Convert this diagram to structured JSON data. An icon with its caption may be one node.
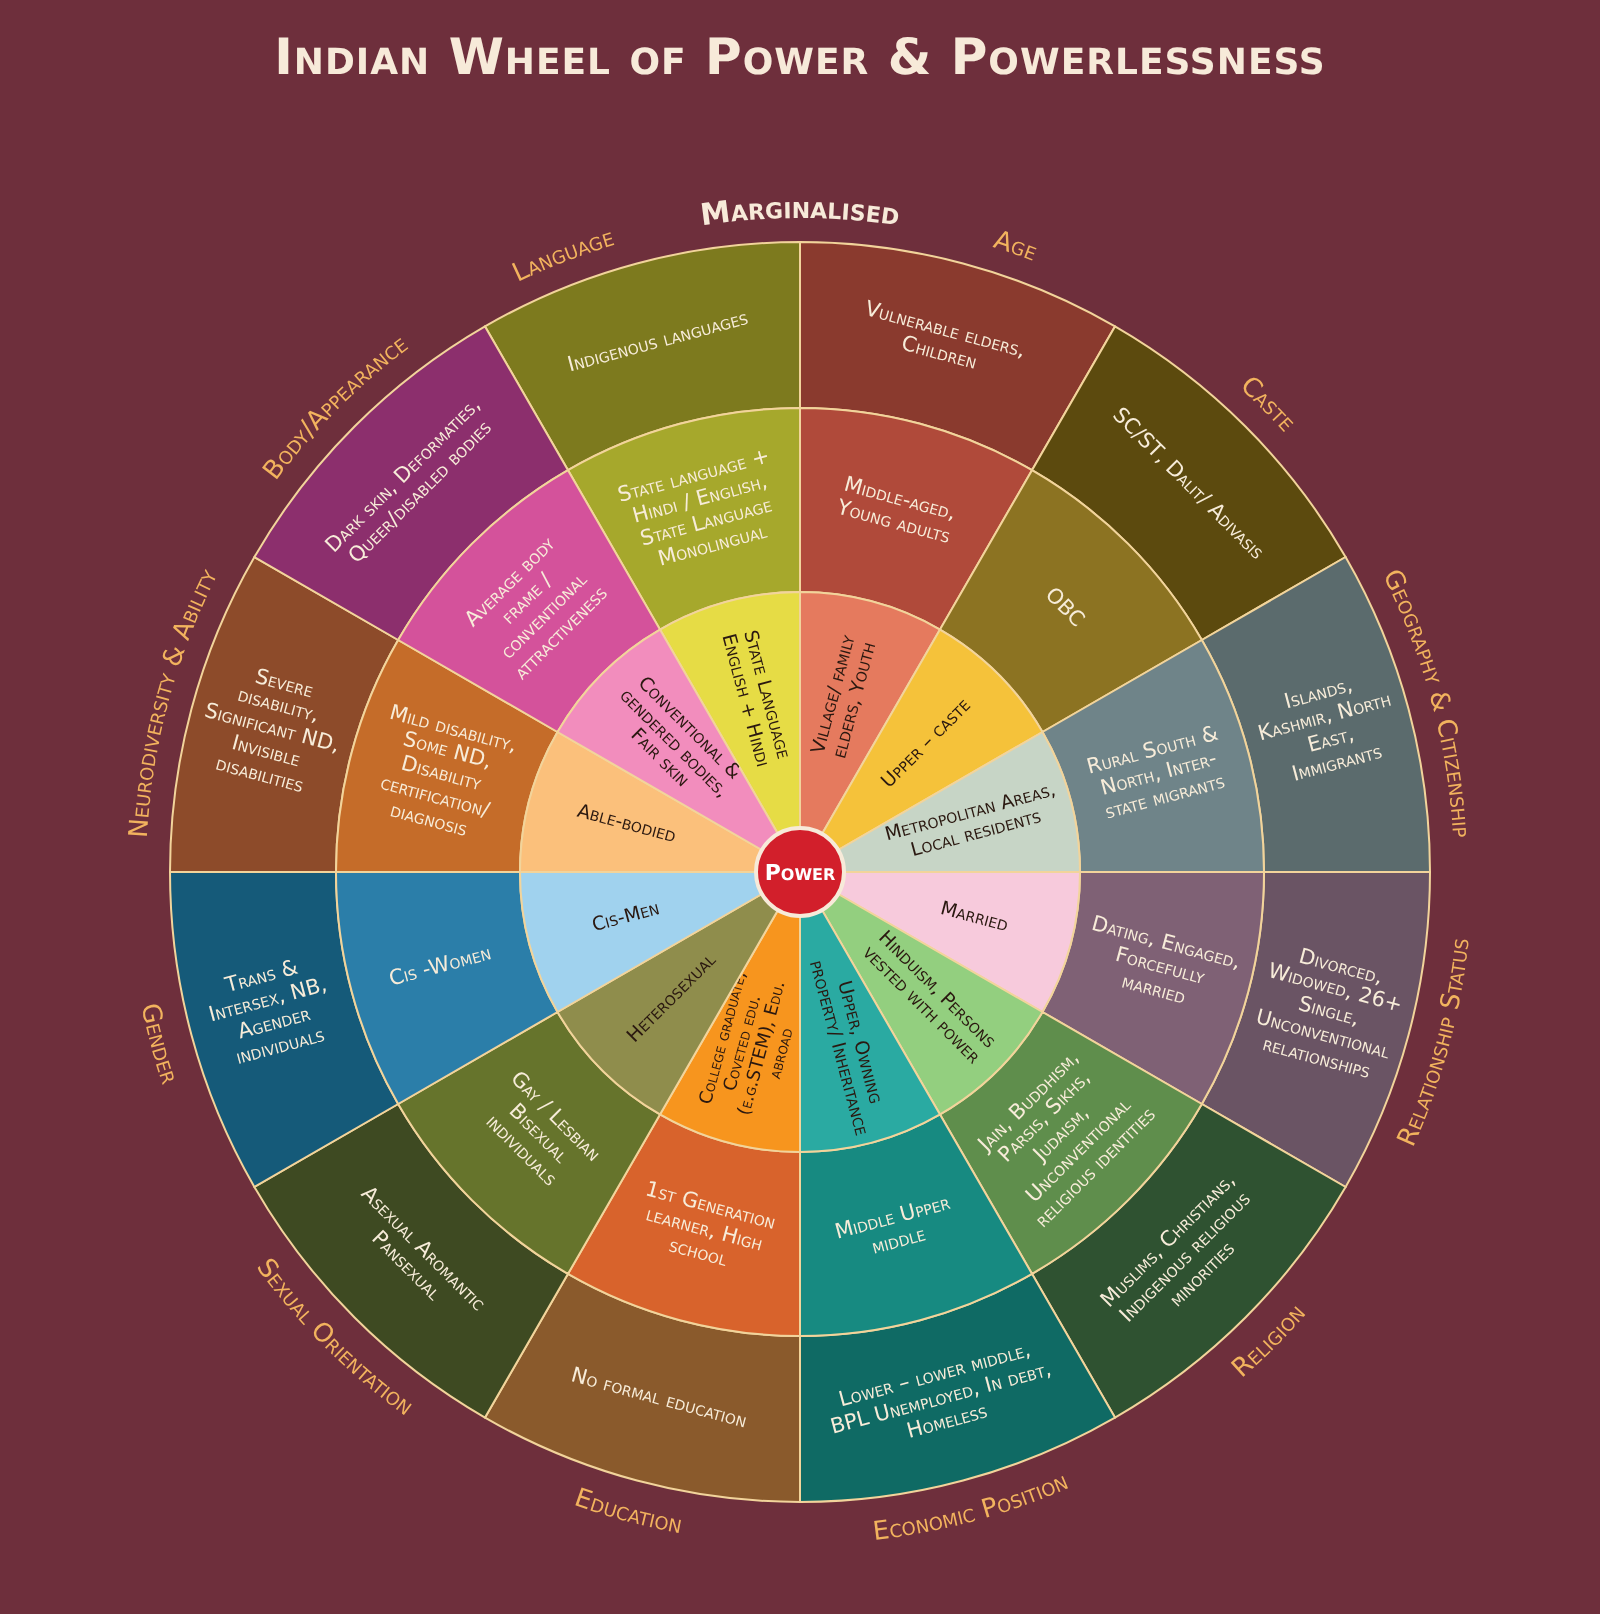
{
  "diagram": {
    "title": "Indian Wheel of Power & Powerlessness",
    "nodes": [
      {
        "text": [
          "Indigenous languages"
        ]
      },
      {
        "text": [
          "State language + Hindi / English, State Language Monolingual"
        ]
      },
      {
        "text": [
          "State Language English + Hindi"
        ]
      },
      {
        "text": [
          "Vulnerable elders, Children"
        ]
      },
      {
        "text": [
          "Middle-aged, Young adults"
        ]
      },
      {
        "text": [
          "Village/ family elders, Youth"
        ]
      },
      {
        "text": [
          "SC/ST, Dalit/ Adivasis"
        ]
      },
      {
        "text": [
          "OBC"
        ]
      },
      {
        "text": [
          "Upper – caste"
        ]
      },
      {
        "text": [
          "Islands, Kashmir, North East, Immigrants"
        ]
      },
      {
        "text": [
          "Rural South & North, Inter-state migrants"
        ]
      },
      {
        "text": [
          "Metropolitan Areas, Local residents"
        ]
      },
      {
        "text": [
          "Divorced, Widowed, 26+ Single, Unconventional relationships"
        ]
      },
      {
        "text": [
          "Dating, Engaged, Forcefully married"
        ]
      },
      {
        "text": [
          "Married"
        ]
      },
      {
        "text": [
          "Muslims, Christians, Indigenous religious minorities"
        ]
      },
      {
        "text": [
          "Jain, Buddhism, Parsis, Sikhs, Judaism, Unconventional religious identities"
        ]
      },
      {
        "text": [
          "Hinduism, Persons vested with power"
        ]
      },
      {
        "text": [
          "Lower – lower middle, BPL Unemployed, In debt, Homeless"
        ]
      },
      {
        "text": [
          "Middle Upper middle"
        ]
      },
      {
        "text": [
          "Upper, Owning property/ Inheritance"
        ]
      },
      {
        "text": [
          "No formal education"
        ]
      },
      {
        "text": [
          "1st Generation learner, High school"
        ]
      },
      {
        "text": [
          "College graduate, Coveted edu. (e.g.STEM), Edu. abroad"
        ]
      },
      {
        "text": [
          "Asexual Aromantic Pansexual"
        ]
      },
      {
        "text": [
          "Gay / Lesbian Bisexual individuals"
        ]
      },
      {
        "text": [
          "Heterosexual"
        ]
      },
      {
        "text": [
          "Trans & Intersex, NB, Agender individuals"
        ]
      },
      {
        "text": [
          "Cis -Women"
        ]
      },
      {
        "text": [
          "Cis-Men"
        ]
      },
      {
        "text": [
          "Severe disability, Significant ND, Invisible disabilities"
        ]
      },
      {
        "text": [
          "Mild disability, Some ND, Disability certification/ diagnosis"
        ]
      },
      {
        "text": [
          "Able-bodied"
        ]
      },
      {
        "text": [
          "Dark skin, Deformaties, Queer/disabled bodies"
        ]
      },
      {
        "text": [
          "Average body frame / conventional attractiveness"
        ]
      },
      {
        "text": [
          "Conventional & gendered bodies, Fair skin"
        ]
      },
      {
        "text": [
          "Power"
        ]
      }
    ],
    "labels": [
      "Marginalised",
      "Language",
      "Age",
      "Caste",
      "Geography & Citizenship",
      "Relationship Status",
      "Religion",
      "Economic Position",
      "Education",
      "Sexual Orientation",
      "Gender",
      "Neurodiversity & Ability",
      "Body/Appearance"
    ]
  }
}
